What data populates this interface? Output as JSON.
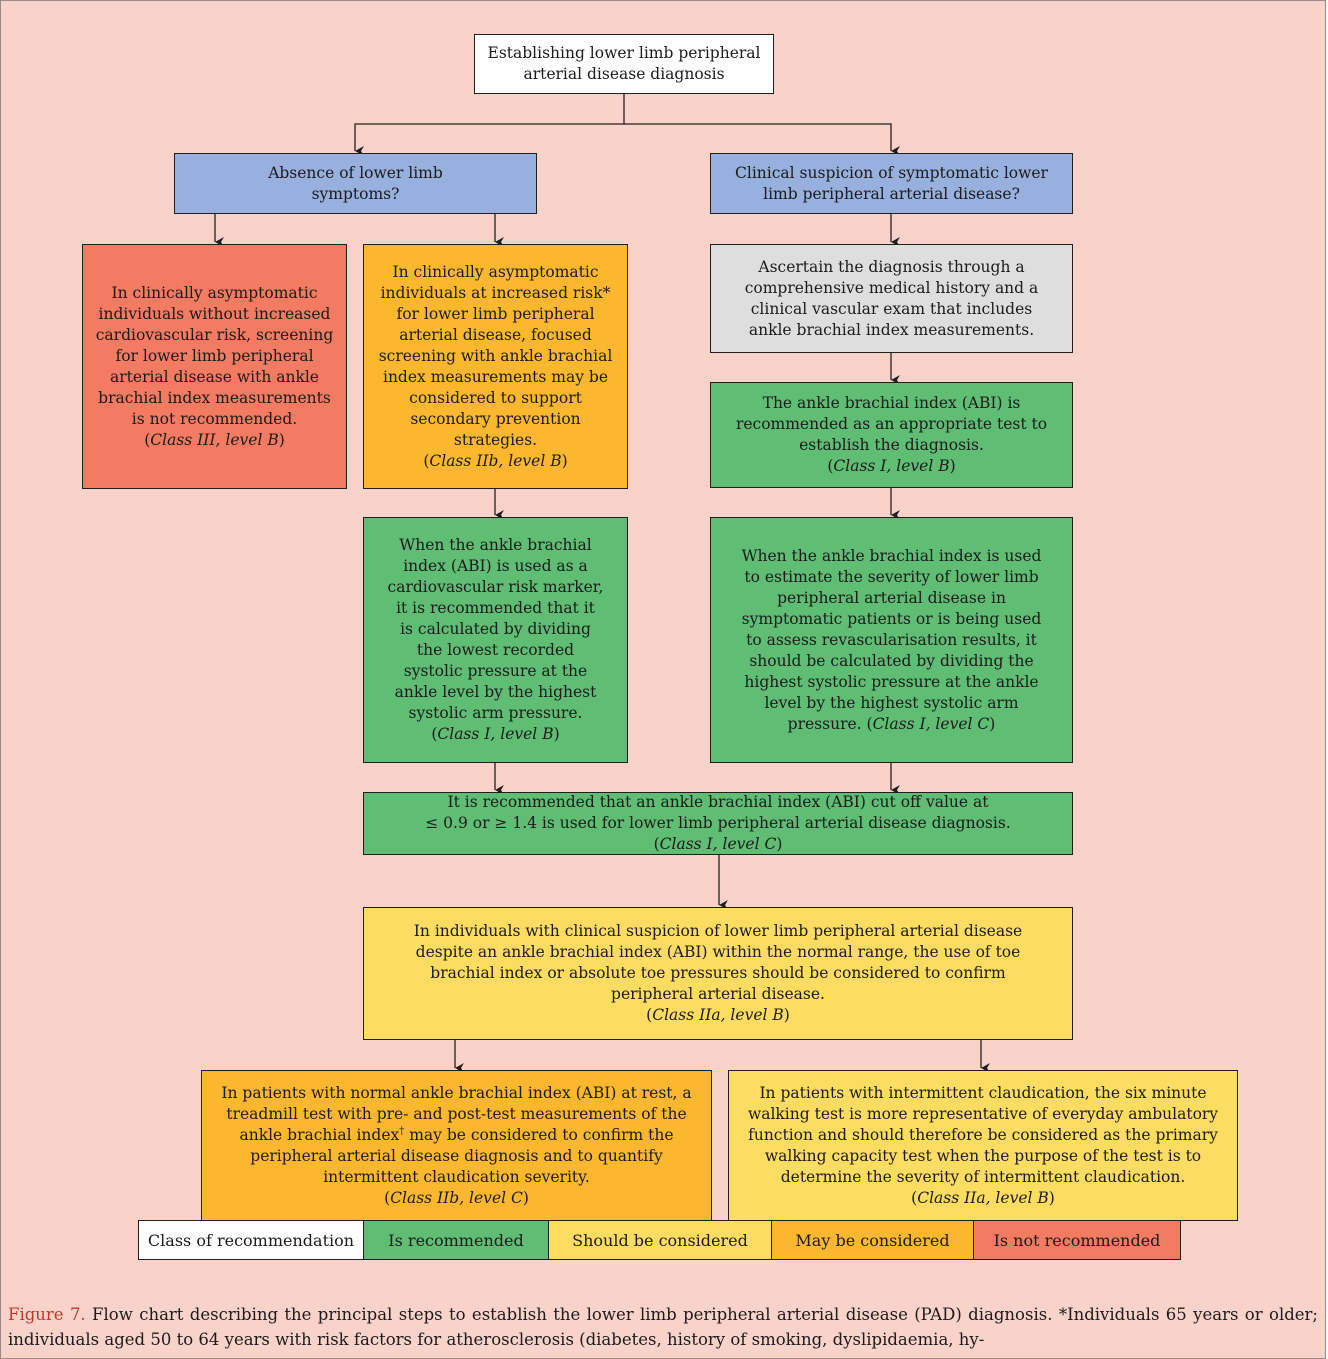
{
  "nodes": {
    "start": "Establishing lower limb peripheral\narterial disease diagnosis",
    "absence": "Absence of lower limb\nsymptoms?",
    "suspicion": "Clinical suspicion of symptomatic lower\nlimb peripheral arterial disease?",
    "no_risk": "In clinically asymptomatic\nindividuals without increased\ncardiovascular risk, screening\nfor lower limb peripheral\narterial disease with ankle\nbrachial index measurements\nis not recommended.",
    "no_risk_class": "Class III, level B",
    "increased_risk": "In clinically asymptomatic\nindividuals at increased risk*\nfor lower limb peripheral\narterial disease, focused\nscreening with ankle brachial\nindex measurements may be\nconsidered to support\nsecondary prevention\nstrategies.",
    "increased_risk_class": "Class IIb, level B",
    "ascertain": "Ascertain the diagnosis through a\ncomprehensive medical history and a\nclinical vascular exam that includes\nankle brachial index measurements.",
    "abi_test": "The ankle brachial index (ABI) is\nrecommended as an appropriate test to\nestablish the diagnosis.",
    "abi_test_class": "Class I, level B",
    "risk_marker": "When the ankle brachial\nindex (ABI) is used as a\ncardiovascular risk marker,\nit is recommended that it\nis calculated by dividing\nthe lowest recorded\nsystolic pressure at the\nankle level by the highest\nsystolic arm pressure.",
    "risk_marker_class": "Class I, level B",
    "severity": "When the ankle brachial index is used\nto estimate the severity of lower limb\nperipheral arterial disease in\nsymptomatic patients or is being used\nto assess revascularisation results, it\nshould be calculated by dividing the\nhighest systolic pressure at the ankle\nlevel by the highest systolic arm\npressure.",
    "severity_class": "Class I, level C",
    "cutoff": "It is recommended that an ankle brachial index (ABI) cut off value at\n≤ 0.9 or ≥ 1.4 is used for  lower limb peripheral arterial disease diagnosis.",
    "cutoff_class": "Class I, level C",
    "toe": "In individuals with clinical suspicion of lower limb peripheral arterial disease\ndespite an ankle brachial index (ABI) within the normal range, the use of toe\nbrachial index or absolute toe pressures should be considered to confirm\nperipheral arterial disease.",
    "toe_class": "Class IIa, level B",
    "treadmill_a": "In patients with normal ankle brachial index (ABI) at rest, a\ntreadmill test with pre- and post-test measurements of the\nankle brachial index",
    "treadmill_sup": "†",
    "treadmill_b": " may be considered to confirm the\nperipheral arterial disease diagnosis and to quantify\nintermittent claudication severity.",
    "treadmill_class": "Class IIb, level C",
    "walking": "In patients with intermittent claudication, the six minute\nwalking test is more representative of everyday ambulatory\nfunction and should therefore be considered as the primary\nwalking capacity test when the purpose of the test is to\ndetermine the severity of intermittent claudication.",
    "walking_class": "Class IIa, level B"
  },
  "legend": {
    "title": "Class of recommendation",
    "items": [
      "Is recommended",
      "Should be considered",
      "May be considered",
      "Is not recommended"
    ]
  },
  "caption": {
    "label": "Figure 7.",
    "text": " Flow chart describing the principal steps to establish the lower limb peripheral arterial disease (PAD) diagnosis. *Individuals 65 years or older; individuals aged 50 to 64 years with risk factors for atherosclerosis (diabetes, history of smoking, dyslipidaemia, hy-"
  },
  "colors": {
    "background": "#f9d3c9",
    "question": "#97b0dd",
    "recommended": "#5fbd74",
    "should_consider": "#fddc62",
    "may_consider": "#fbb72d",
    "not_recommended": "#f27b62",
    "neutral": "#dedede"
  }
}
